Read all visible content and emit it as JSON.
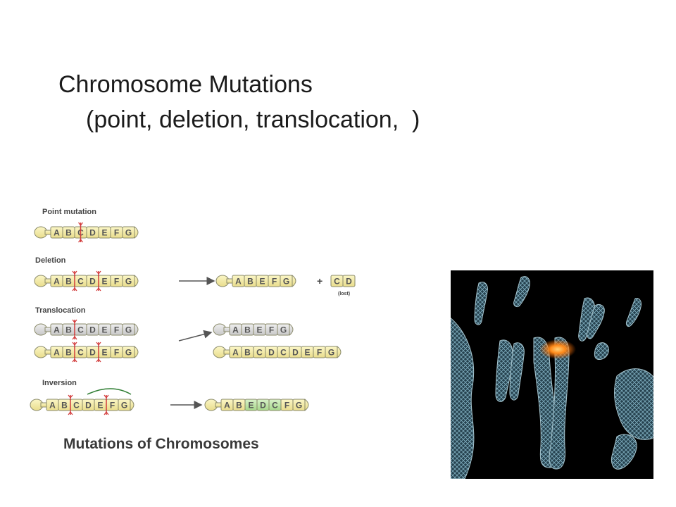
{
  "slide": {
    "title": "Chromosome Mutations",
    "subtitle": "(point, deletion, translocation,  )"
  },
  "diagram": {
    "point_label": "Point mutation",
    "deletion_label": "Deletion",
    "translocation_label": "Translocation",
    "inversion_label": "Inversion",
    "caption": "Mutations of Chromosomes",
    "lost_label": "(lost)",
    "plus": "+",
    "letters": [
      "A",
      "B",
      "C",
      "D",
      "E",
      "F",
      "G"
    ],
    "deleted_result": [
      "A",
      "B",
      "E",
      "F",
      "G"
    ],
    "deleted_fragment": [
      "C",
      "D"
    ],
    "translocation_result_top": [
      "A",
      "B",
      "E",
      "F",
      "G"
    ],
    "translocation_result_bottom": [
      "A",
      "B",
      "C",
      "D",
      "C",
      "D",
      "E",
      "F",
      "G"
    ],
    "inversion_result": [
      "A",
      "B",
      "E",
      "D",
      "C",
      "F",
      "G"
    ]
  },
  "photo": {
    "description_icon": "chromosome-micrograph-icon"
  }
}
